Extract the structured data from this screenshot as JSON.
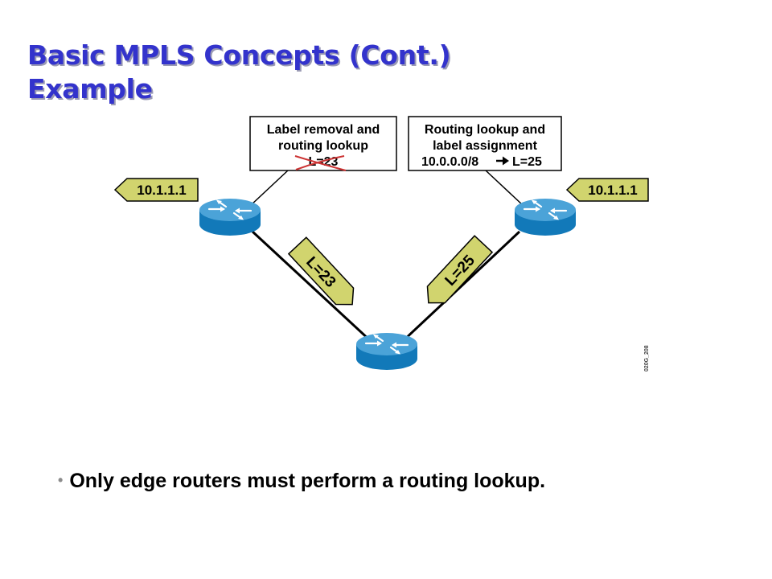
{
  "title": {
    "line1": "Basic MPLS Concepts (Cont.)",
    "line2": "Example"
  },
  "callout_left": {
    "line1": "Label removal and",
    "line2": "routing lookup",
    "line3": "L=23"
  },
  "callout_right": {
    "line1": "Routing lookup and",
    "line2": "label assignment",
    "line3_prefix": "10.0.0.0/8",
    "line3_label": "L=25"
  },
  "flags": {
    "left_address": "10.1.1.1",
    "right_address": "10.1.1.1",
    "label_left": "L=23",
    "label_right": "L=25"
  },
  "figure_id": "020G_208",
  "bullet": "Only edge routers must perform a routing lookup.",
  "colors": {
    "title": "#3333cc",
    "flag_fill": "#d1d46e",
    "router_body": "#1279b9",
    "router_top": "#4ba3d8",
    "strike": "#cc3333"
  }
}
